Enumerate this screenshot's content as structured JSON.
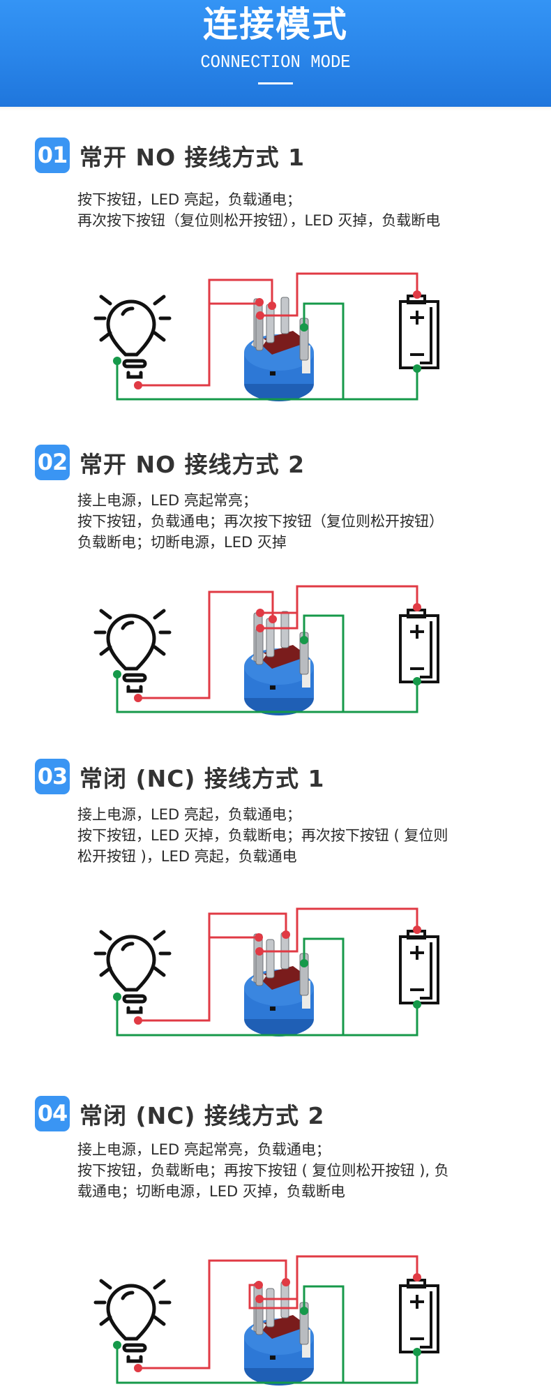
{
  "header": {
    "title": "连接模式",
    "subtitle": "CONNECTION MODE",
    "background_top": "#3494f5",
    "background_bottom": "#1f76dc"
  },
  "colors": {
    "badge": "#3a95f3",
    "wire_red": "#e03a44",
    "wire_green": "#16994a",
    "title_text": "#333333",
    "body_text": "#2b2b2b",
    "switch_body": "#2d78d6",
    "switch_insert": "#7a1c1c"
  },
  "sections": [
    {
      "number": "01",
      "title": "常开 NO 接线方式 1",
      "lines": [
        "按下按钮，LED 亮起，负载通电；",
        "再次按下按钮（复位则松开按钮），LED 灭掉，负载断电"
      ],
      "diagram": {
        "labels": {
          "bulb": "light-bulb",
          "switch": "push-button-switch",
          "battery": "battery",
          "plus": "+",
          "minus": "−"
        }
      }
    },
    {
      "number": "02",
      "title": "常开 NO 接线方式 2",
      "lines": [
        "接上电源，LED 亮起常亮；",
        "按下按钮，负载通电；再次按下按钮（复位则松开按钮）",
        "负载断电；切断电源，LED 灭掉"
      ],
      "diagram": {
        "labels": {
          "bulb": "light-bulb",
          "switch": "push-button-switch",
          "battery": "battery",
          "plus": "+",
          "minus": "−"
        }
      }
    },
    {
      "number": "03",
      "title": "常闭 (NC) 接线方式 1",
      "lines": [
        "接上电源，LED 亮起，负载通电；",
        "按下按钮，LED 灭掉，负载断电；再次按下按钮 ( 复位则",
        "松开按钮 )，LED 亮起，负载通电"
      ],
      "diagram": {
        "labels": {
          "bulb": "light-bulb",
          "switch": "push-button-switch",
          "battery": "battery",
          "plus": "+",
          "minus": "−"
        }
      }
    },
    {
      "number": "04",
      "title": "常闭 (NC) 接线方式 2",
      "lines": [
        "接上电源，LED 亮起常亮，负载通电；",
        "按下按钮，负载断电；再按下按钮 ( 复位则松开按钮 ), 负",
        "载通电；切断电源，LED 灭掉，负载断电"
      ],
      "diagram": {
        "labels": {
          "bulb": "light-bulb",
          "switch": "push-button-switch",
          "battery": "battery",
          "plus": "+",
          "minus": "−"
        }
      }
    }
  ]
}
